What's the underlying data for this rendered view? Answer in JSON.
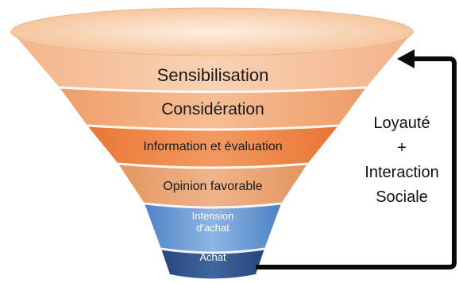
{
  "funnel": {
    "stages": [
      {
        "label": "Sensibilisation",
        "color": "#f7c9a4"
      },
      {
        "label": "Considération",
        "color": "#f3b285"
      },
      {
        "label": "Information et évaluation",
        "color": "#ee8f58"
      },
      {
        "label": "Opinion favorable",
        "color": "#e6a679"
      },
      {
        "label": "Intension d'achat",
        "line1": "Intension",
        "line2": "d'achat",
        "color": "#6f9ed6"
      },
      {
        "label": "Achat",
        "color": "#34558f"
      }
    ],
    "rim_color": "#fbe2cc"
  },
  "feedback_loop": {
    "line1": "Loyauté",
    "line2": "+",
    "line3": "Interaction",
    "line4": "Sociale",
    "arrow_color": "#0a0a0a"
  }
}
